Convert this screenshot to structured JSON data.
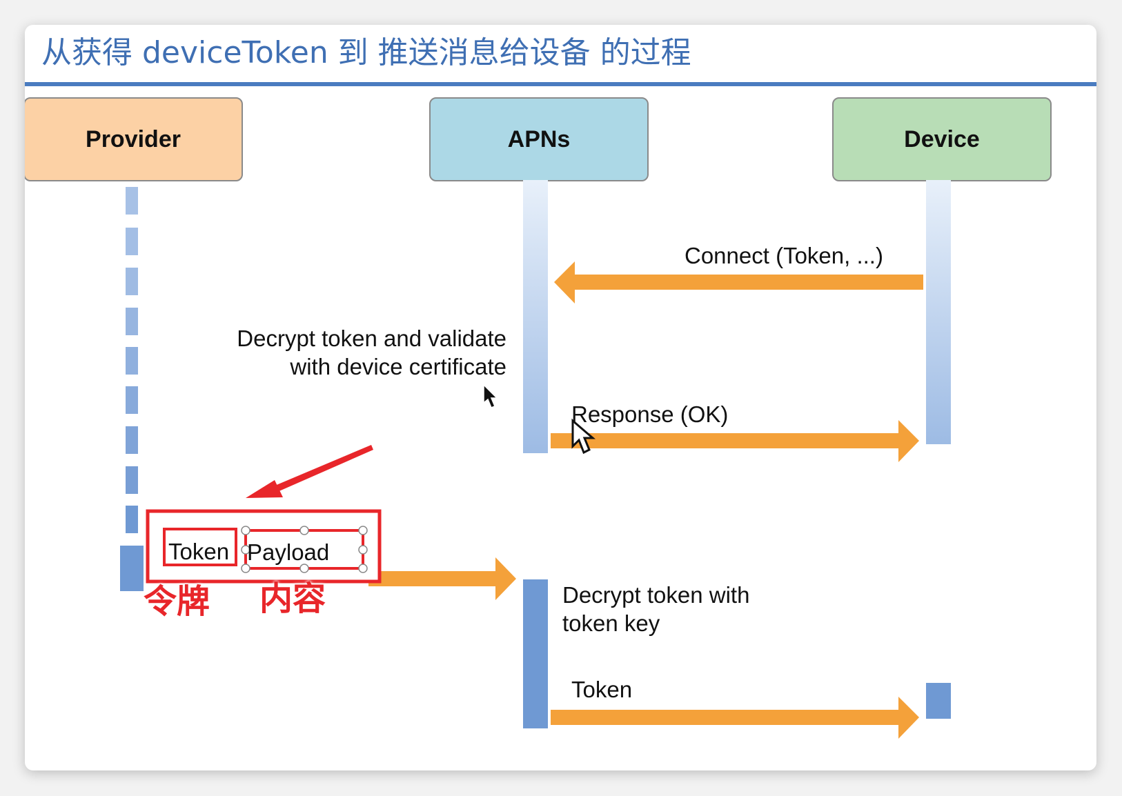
{
  "title": "从获得 deviceToken 到 推送消息给设备 的过程",
  "actors": {
    "provider": "Provider",
    "apns": "APNs",
    "device": "Device"
  },
  "messages": {
    "connect": "Connect (Token, ...)",
    "decrypt_validate_line1": "Decrypt token and validate",
    "decrypt_validate_line2": "with device certificate",
    "response": "Response (OK)",
    "decrypt_key_line1": "Decrypt token with",
    "decrypt_key_line2": "token key",
    "token": "Token"
  },
  "packet": {
    "token": "Token",
    "payload": "Payload"
  },
  "annotations": {
    "token_cn": "令牌",
    "payload_cn": "内容"
  },
  "colors": {
    "title": "#3f6fb3",
    "provider_fill": "#fcd1a5",
    "apns_fill": "#acd8e6",
    "device_fill": "#b8ddb6",
    "arrow": "#f4a13a",
    "lifeline": "#6f99d3",
    "highlight": "#e8262a"
  },
  "icons": [
    "mouse-cursor-icon",
    "mouse-cursor-icon"
  ]
}
